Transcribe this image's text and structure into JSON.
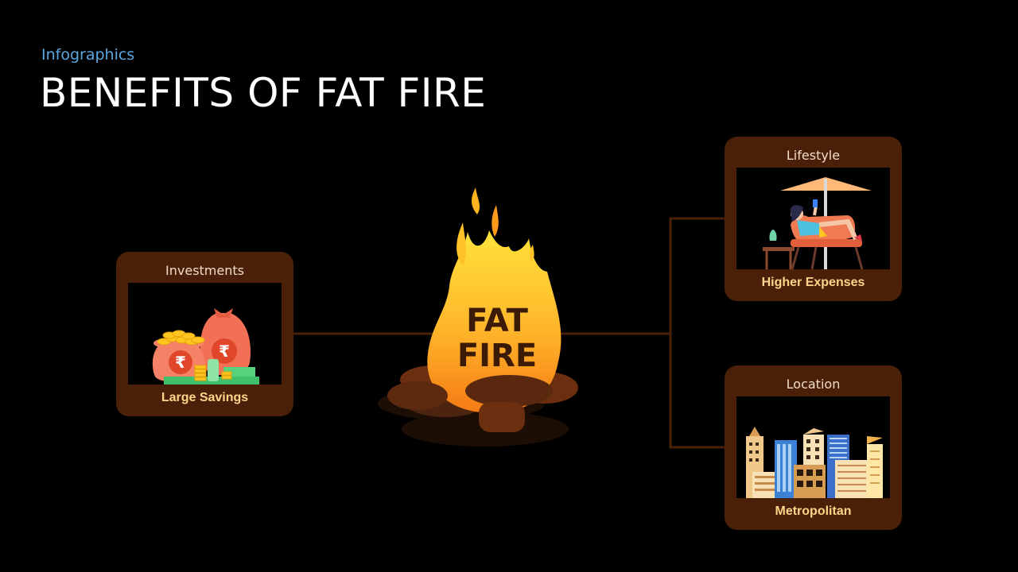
{
  "header": {
    "subtitle": "Infographics",
    "title": "BENEFITS OF FAT FIRE"
  },
  "center": {
    "line1": "FAT",
    "line2": "FIRE"
  },
  "cards": {
    "investments": {
      "label": "Investments",
      "caption": "Large Savings",
      "icon": "money-bags-icon"
    },
    "lifestyle": {
      "label": "Lifestyle",
      "caption": "Higher Expenses",
      "icon": "lounging-woman-icon"
    },
    "location": {
      "label": "Location",
      "caption": "Metropolitan",
      "icon": "city-skyline-icon"
    }
  },
  "colors": {
    "background": "#000000",
    "card": "#4a2108",
    "connector": "#4a2108",
    "accent_blue": "#5aa7e0",
    "caption": "#ffd48a"
  }
}
